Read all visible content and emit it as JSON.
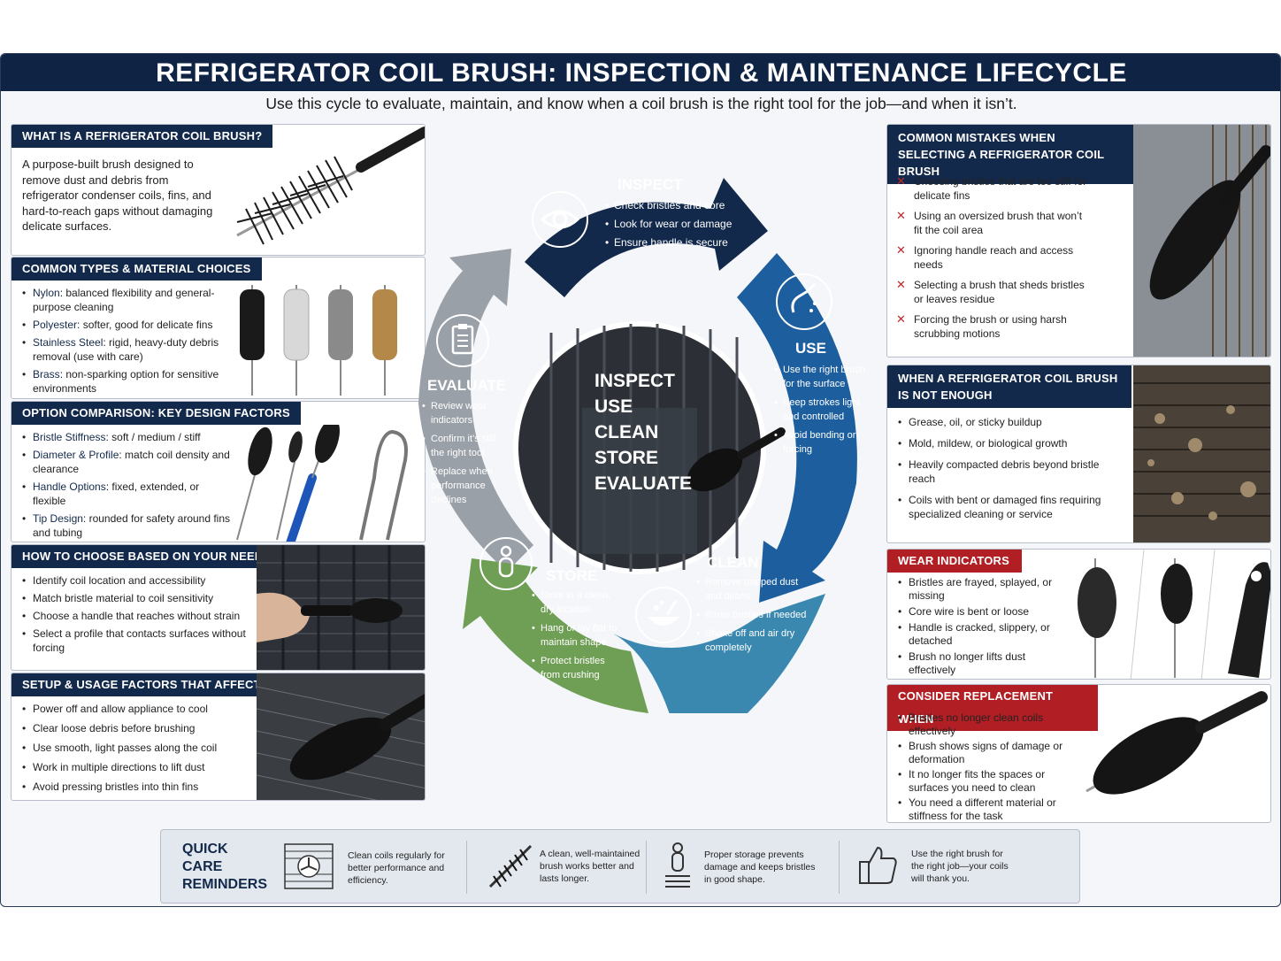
{
  "header": {
    "title": "REFRIGERATOR COIL BRUSH: INSPECTION & MAINTENANCE LIFECYCLE",
    "subtitle": "Use this cycle to evaluate, maintain, and know when a coil brush is the right tool for the job—and when it isn’t."
  },
  "what_is": {
    "title": "WHAT IS A REFRIGERATOR COIL BRUSH?",
    "text": "A purpose-built brush designed to remove dust and debris from refrigerator condenser coils, fins, and hard-to-reach gaps without damaging delicate surfaces."
  },
  "types": {
    "title": "COMMON TYPES & MATERIAL CHOICES",
    "items": [
      {
        "term": "Nylon",
        "desc": ": balanced flexibility and general-purpose cleaning"
      },
      {
        "term": "Polyester",
        "desc": ": softer, good for delicate fins"
      },
      {
        "term": "Stainless Steel",
        "desc": ": rigid, heavy-duty debris removal (use with care)"
      },
      {
        "term": "Brass",
        "desc": ": non-sparking option for sensitive environments"
      }
    ]
  },
  "options": {
    "title": "OPTION COMPARISON: KEY DESIGN FACTORS",
    "items": [
      {
        "term": "Bristle Stiffness",
        "desc": ": soft / medium / stiff"
      },
      {
        "term": "Diameter & Profile",
        "desc": ": match coil density and clearance"
      },
      {
        "term": "Handle Options",
        "desc": ": fixed, extended, or flexible"
      },
      {
        "term": "Tip Design",
        "desc": ": rounded for safety around fins and tubing"
      }
    ]
  },
  "choose": {
    "title": "HOW TO CHOOSE BASED ON YOUR NEEDS",
    "items": [
      "Identify coil location and accessibility",
      "Match bristle material to coil sensitivity",
      "Choose a handle that reaches without strain",
      "Select a profile that contacts surfaces without forcing"
    ]
  },
  "setup": {
    "title": "SETUP & USAGE FACTORS THAT AFFECT PERFORMANCE",
    "items": [
      "Power off and allow appliance to cool",
      "Clear loose debris before brushing",
      "Use smooth, light passes along the coil",
      "Work in multiple directions to lift dust",
      "Avoid pressing bristles into thin fins"
    ]
  },
  "cycle": {
    "center_words": [
      "INSPECT",
      "USE",
      "CLEAN",
      "STORE",
      "EVALUATE"
    ],
    "inspect": {
      "label": "INSPECT",
      "items": [
        "Check bristles and core",
        "Look for wear or damage",
        "Ensure handle is secure"
      ]
    },
    "use": {
      "label": "USE",
      "items": [
        "Use the right brush for the surface",
        "Keep strokes light and controlled",
        "Avoid bending or forcing"
      ]
    },
    "clean": {
      "label": "CLEAN",
      "items": [
        "Remove trapped dust and debris",
        "Rinse bristles if needed",
        "Shake off and air dry completely"
      ]
    },
    "store": {
      "label": "STORE",
      "items": [
        "Store in a clean, dry location",
        "Hang or lay flat to maintain shape",
        "Protect bristles from crushing"
      ]
    },
    "evaluate": {
      "label": "EVALUATE",
      "items": [
        "Review wear indicators",
        "Confirm it’s still the right tool",
        "Replace when performance declines"
      ]
    },
    "colors": {
      "inspect": "#13294b",
      "use": "#1d5f9e",
      "clean": "#3a88b0",
      "store": "#6f9e55",
      "evaluate": "#9aa0a8"
    }
  },
  "mistakes": {
    "title": "COMMON MISTAKES WHEN SELECTING A REFRIGERATOR COIL BRUSH",
    "items": [
      "Choosing bristles that are too stiff for delicate fins",
      "Using an oversized brush that won’t fit the coil area",
      "Ignoring handle reach and access needs",
      "Selecting a brush that sheds bristles or leaves residue",
      "Forcing the brush or using harsh scrubbing motions"
    ]
  },
  "not_enough": {
    "title": "WHEN A REFRIGERATOR COIL BRUSH IS NOT ENOUGH",
    "items": [
      "Grease, oil, or sticky buildup",
      "Mold, mildew, or biological growth",
      "Heavily compacted debris beyond bristle reach",
      "Coils with bent or damaged fins requiring specialized cleaning or service"
    ]
  },
  "wear": {
    "title": "WEAR INDICATORS",
    "items": [
      "Bristles are frayed, splayed, or missing",
      "Core wire is bent or loose",
      "Handle is cracked, slippery, or detached",
      "Brush no longer lifts dust effectively"
    ]
  },
  "replace": {
    "title": "CONSIDER REPLACEMENT WHEN",
    "items": [
      "Bristles no longer clean coils effectively",
      "Brush shows signs of damage or deformation",
      "It no longer fits the spaces or surfaces you need to clean",
      "You need a different material or stiffness for the task"
    ]
  },
  "footer": {
    "title_lines": [
      "QUICK",
      "CARE",
      "REMINDERS"
    ],
    "tips": [
      "Clean coils regularly for better performance and efficiency.",
      "A clean, well-maintained brush works better and lasts longer.",
      "Proper storage prevents damage and keeps bristles in good shape.",
      "Use the right brush for the right job—your coils will thank you."
    ]
  }
}
